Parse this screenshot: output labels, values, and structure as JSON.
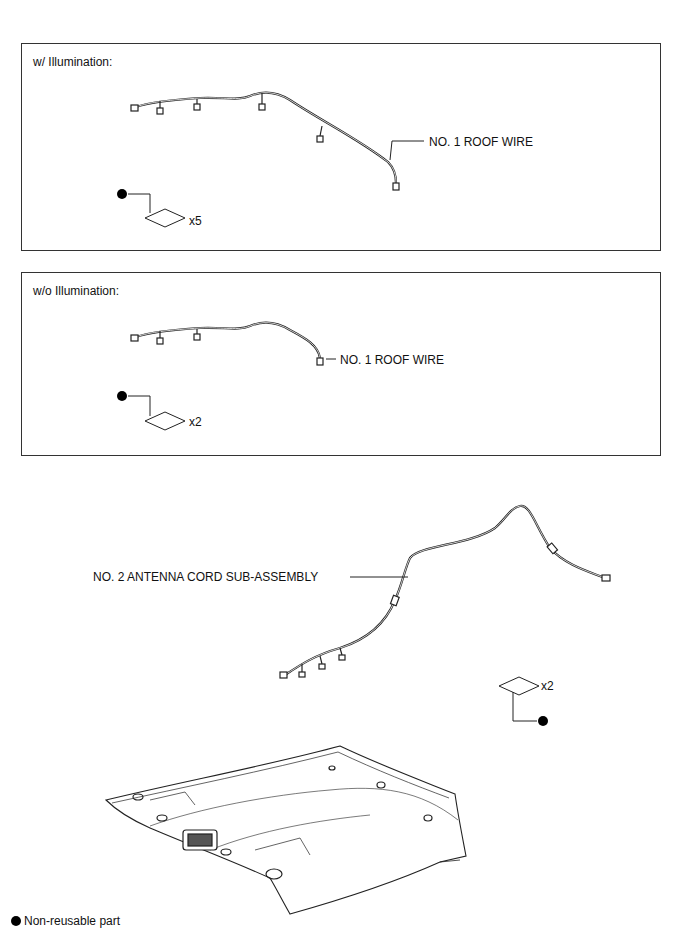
{
  "diagram": {
    "nodes": [
      {
        "text": [
          "w/ Illumination:",
          "NO. 1 ROOF WIRE",
          "x5"
        ]
      },
      {
        "text": [
          "w/o Illumination:",
          "NO. 1 ROOF WIRE",
          "x2"
        ]
      }
    ],
    "labels": [
      "NO. 2 ANTENNA CORD SUB-ASSEMBLY",
      "x2"
    ],
    "legend": [
      {
        "text": "Non-reusable part",
        "color": "#000000"
      }
    ]
  }
}
